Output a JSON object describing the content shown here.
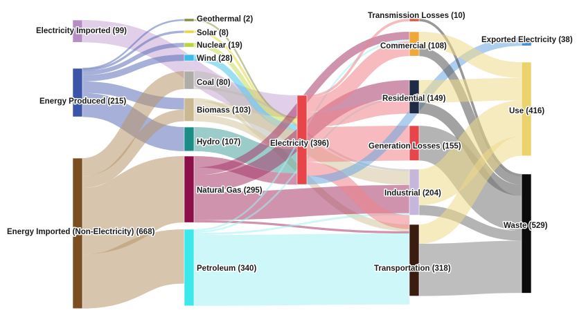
{
  "chart_data": {
    "type": "sankey",
    "nodes": [
      {
        "id": "elec_imp",
        "label": "Electricity Imported",
        "value": 99,
        "color": "#b58ec4"
      },
      {
        "id": "produced",
        "label": "Energy Produced",
        "value": 215,
        "color": "#3d55a8"
      },
      {
        "id": "imp_non",
        "label": "Energy Imported (Non-Electricity)",
        "value": 668,
        "color": "#7b4f22"
      },
      {
        "id": "geo",
        "label": "Geothermal",
        "value": 2,
        "color": "#7f8f3b"
      },
      {
        "id": "solar",
        "label": "Solar",
        "value": 8,
        "color": "#e6d53b"
      },
      {
        "id": "nuclear",
        "label": "Nuclear",
        "value": 19,
        "color": "#b7d63b"
      },
      {
        "id": "wind",
        "label": "Wind",
        "value": 28,
        "color": "#3bbde8"
      },
      {
        "id": "coal",
        "label": "Coal",
        "value": 80,
        "color": "#b0aca8"
      },
      {
        "id": "biomass",
        "label": "Biomass",
        "value": 103,
        "color": "#c9b890"
      },
      {
        "id": "hydro",
        "label": "Hydro",
        "value": 107,
        "color": "#1d8c84"
      },
      {
        "id": "gas",
        "label": "Natural Gas",
        "value": 295,
        "color": "#8c0f4a"
      },
      {
        "id": "petroleum",
        "label": "Petroleum",
        "value": 340,
        "color": "#3be8ea"
      },
      {
        "id": "electricity",
        "label": "Electricity",
        "value": 396,
        "color": "#e8454b"
      },
      {
        "id": "trans_loss",
        "label": "Transmission Losses",
        "value": 10,
        "color": "#e0523b"
      },
      {
        "id": "commercial",
        "label": "Commercial",
        "value": 108,
        "color": "#f0a83b"
      },
      {
        "id": "residential",
        "label": "Residential",
        "value": 149,
        "color": "#1f2a44"
      },
      {
        "id": "gen_loss",
        "label": "Generation Losses",
        "value": 155,
        "color": "#e8454b"
      },
      {
        "id": "industrial",
        "label": "Industrial",
        "value": 204,
        "color": "#c6b6dc"
      },
      {
        "id": "transport",
        "label": "Transportation",
        "value": 318,
        "color": "#3b1d10"
      },
      {
        "id": "exported",
        "label": "Exported Electricity",
        "value": 38,
        "color": "#4a90d9"
      },
      {
        "id": "use",
        "label": "Use",
        "value": 416,
        "color": "#ecd26a"
      },
      {
        "id": "waste",
        "label": "Waste",
        "value": 529,
        "color": "#0b0b0b"
      }
    ],
    "links": [
      {
        "source": "elec_imp",
        "target": "electricity",
        "value": 99,
        "color": "#c9a5d6"
      },
      {
        "source": "produced",
        "target": "geo",
        "value": 2,
        "color": "#5c6fb8"
      },
      {
        "source": "produced",
        "target": "solar",
        "value": 8,
        "color": "#5c6fb8"
      },
      {
        "source": "produced",
        "target": "nuclear",
        "value": 19,
        "color": "#5c6fb8"
      },
      {
        "source": "produced",
        "target": "wind",
        "value": 28,
        "color": "#5c6fb8"
      },
      {
        "source": "produced",
        "target": "biomass",
        "value": 51,
        "color": "#5c6fb8"
      },
      {
        "source": "produced",
        "target": "hydro",
        "value": 107,
        "color": "#5c6fb8"
      },
      {
        "source": "imp_non",
        "target": "coal",
        "value": 80,
        "color": "#b8966c"
      },
      {
        "source": "imp_non",
        "target": "biomass",
        "value": 52,
        "color": "#b8966c"
      },
      {
        "source": "imp_non",
        "target": "gas",
        "value": 295,
        "color": "#b8966c"
      },
      {
        "source": "imp_non",
        "target": "petroleum",
        "value": 241,
        "color": "#b8966c"
      },
      {
        "source": "geo",
        "target": "electricity",
        "value": 2,
        "color": "#8a9a4a"
      },
      {
        "source": "solar",
        "target": "electricity",
        "value": 8,
        "color": "#e6d53b"
      },
      {
        "source": "nuclear",
        "target": "electricity",
        "value": 19,
        "color": "#c4de55"
      },
      {
        "source": "wind",
        "target": "electricity",
        "value": 28,
        "color": "#48c4ea"
      },
      {
        "source": "coal",
        "target": "electricity",
        "value": 70,
        "color": "#bdb9b5"
      },
      {
        "source": "coal",
        "target": "industrial",
        "value": 10,
        "color": "#bdb9b5"
      },
      {
        "source": "biomass",
        "target": "electricity",
        "value": 13,
        "color": "#d3c49e"
      },
      {
        "source": "biomass",
        "target": "industrial",
        "value": 60,
        "color": "#d3c49e"
      },
      {
        "source": "biomass",
        "target": "transport",
        "value": 30,
        "color": "#d3c49e"
      },
      {
        "source": "hydro",
        "target": "electricity",
        "value": 107,
        "color": "#4aa39c"
      },
      {
        "source": "gas",
        "target": "electricity",
        "value": 50,
        "color": "#a83a6c"
      },
      {
        "source": "gas",
        "target": "commercial",
        "value": 35,
        "color": "#a83a6c"
      },
      {
        "source": "gas",
        "target": "residential",
        "value": 75,
        "color": "#a83a6c"
      },
      {
        "source": "gas",
        "target": "industrial",
        "value": 125,
        "color": "#a83a6c"
      },
      {
        "source": "gas",
        "target": "transport",
        "value": 10,
        "color": "#a83a6c"
      },
      {
        "source": "petroleum",
        "target": "commercial",
        "value": 8,
        "color": "#a4f0f2"
      },
      {
        "source": "petroleum",
        "target": "residential",
        "value": 8,
        "color": "#a4f0f2"
      },
      {
        "source": "petroleum",
        "target": "industrial",
        "value": 9,
        "color": "#a4f0f2"
      },
      {
        "source": "petroleum",
        "target": "transport",
        "value": 315,
        "color": "#a4f0f2"
      },
      {
        "source": "electricity",
        "target": "trans_loss",
        "value": 10,
        "color": "#f0838a"
      },
      {
        "source": "electricity",
        "target": "commercial",
        "value": 65,
        "color": "#f0838a"
      },
      {
        "source": "electricity",
        "target": "residential",
        "value": 66,
        "color": "#f0838a"
      },
      {
        "source": "electricity",
        "target": "gen_loss",
        "value": 155,
        "color": "#f0838a"
      },
      {
        "source": "electricity",
        "target": "industrial",
        "value": 62,
        "color": "#f0838a"
      },
      {
        "source": "electricity",
        "target": "exported",
        "value": 38,
        "color": "#6aa6e0"
      },
      {
        "source": "trans_loss",
        "target": "waste",
        "value": 10,
        "color": "#444444"
      },
      {
        "source": "commercial",
        "target": "use",
        "value": 70,
        "color": "#efd98a"
      },
      {
        "source": "commercial",
        "target": "waste",
        "value": 38,
        "color": "#555555"
      },
      {
        "source": "residential",
        "target": "use",
        "value": 100,
        "color": "#efd98a"
      },
      {
        "source": "residential",
        "target": "waste",
        "value": 49,
        "color": "#555555"
      },
      {
        "source": "gen_loss",
        "target": "waste",
        "value": 155,
        "color": "#777777"
      },
      {
        "source": "industrial",
        "target": "use",
        "value": 160,
        "color": "#efd98a"
      },
      {
        "source": "industrial",
        "target": "waste",
        "value": 44,
        "color": "#777777"
      },
      {
        "source": "transport",
        "target": "use",
        "value": 86,
        "color": "#efd98a"
      },
      {
        "source": "transport",
        "target": "waste",
        "value": 232,
        "color": "#888888"
      }
    ]
  }
}
